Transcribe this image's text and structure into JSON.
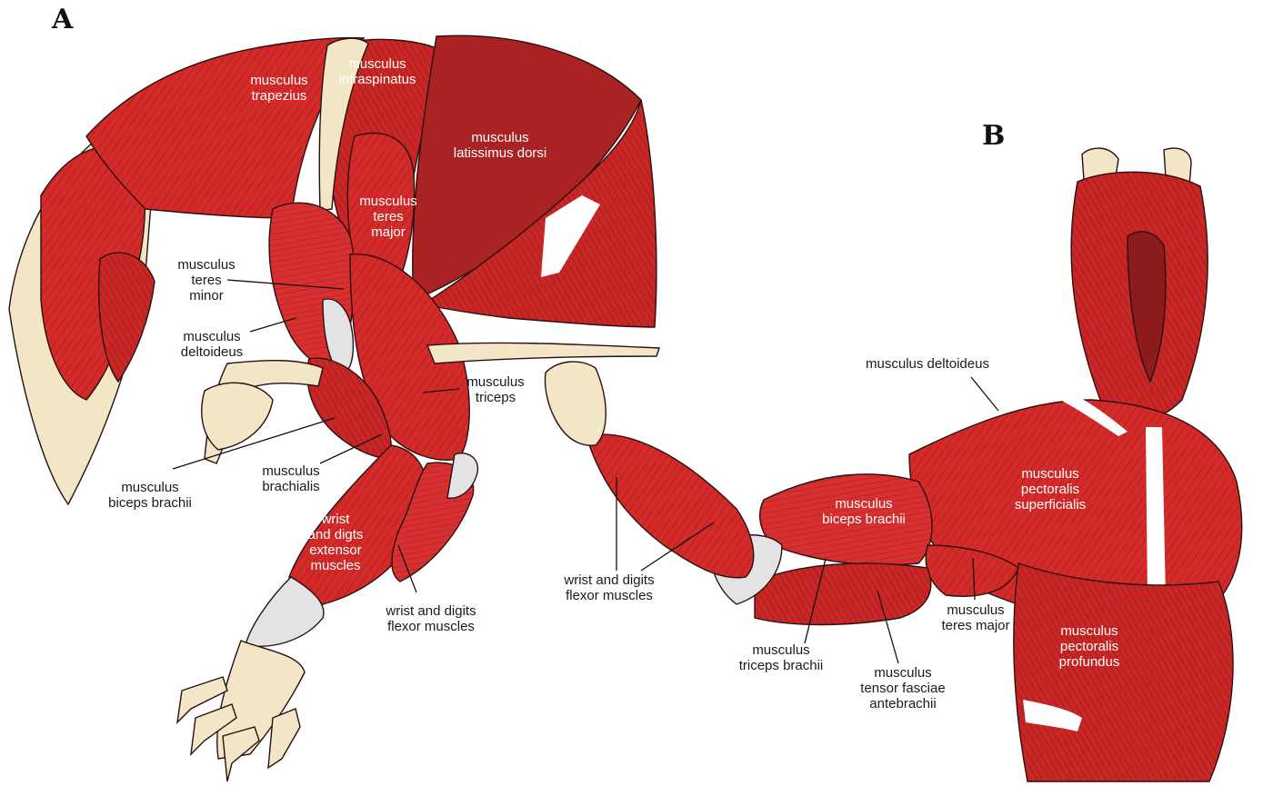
{
  "panels": {
    "a": "A",
    "b": "B"
  },
  "colors": {
    "muscle": "#d42a2a",
    "muscle_dark": "#a92323",
    "muscle_deep": "#8e1b1b",
    "bone": "#f2e6c6",
    "tendon": "#e3e3e3",
    "outline": "#2a1010",
    "leader": "#111111"
  },
  "labels_a": {
    "trapezius": "musculus\ntrapezius",
    "infraspinatus": "musculus\ninfraspinatus",
    "latissimus": "musculus\nlatissimus dorsi",
    "teres_major": "musculus\nteres\nmajor",
    "teres_minor": "musculus\nteres\nminor",
    "deltoideus": "musculus\ndeltoideus",
    "triceps": "musculus\ntriceps",
    "biceps": "musculus\nbiceps brachii",
    "brachialis": "musculus\nbrachialis",
    "extensor": "wrist\nand digts\nextensor\nmuscles",
    "flexor": "wrist and digits\nflexor muscles"
  },
  "labels_b": {
    "deltoideus": "musculus deltoideus",
    "pect_superficialis": "musculus\npectoralis\nsuperficialis",
    "biceps": "musculus\nbiceps brachii",
    "flexor": "wrist and digits\nflexor muscles",
    "teres_major": "musculus\nteres major",
    "pect_profundus": "musculus\npectoralis\nprofundus",
    "triceps": "musculus\ntriceps brachii",
    "tensor": "musculus\ntensor fasciae\nantebrachii"
  }
}
